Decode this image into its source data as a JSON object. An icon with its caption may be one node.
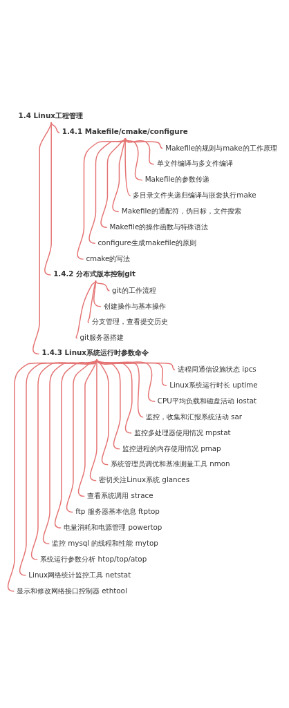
{
  "diagram": {
    "nodes": [
      {
        "text": [
          "1.4 Linux工程管理"
        ]
      },
      {
        "text": [
          "1.4.1 Makefile/cmake/configure"
        ]
      },
      {
        "text": [
          "Makefile的规则与make的工作原理"
        ]
      },
      {
        "text": [
          "单文件编译与多文件编译"
        ]
      },
      {
        "text": [
          "Makefile的参数传递"
        ]
      },
      {
        "text": [
          "多目录文件夹递归编译与嵌套执行make"
        ]
      },
      {
        "text": [
          "Makefile的通配符，伪目标，文件搜索"
        ]
      },
      {
        "text": [
          "Makefile的操作函数与特殊语法"
        ]
      },
      {
        "text": [
          "configure生成makefile的原则"
        ]
      },
      {
        "text": [
          "cmake的写法"
        ]
      },
      {
        "text": [
          "1.4.2 分布式版本控制git"
        ]
      },
      {
        "text": [
          "git的工作流程"
        ]
      },
      {
        "text": [
          "创建操作与基本操作"
        ]
      },
      {
        "text": [
          "分支管理，查看提交历史"
        ]
      },
      {
        "text": [
          "git服务器搭建"
        ]
      },
      {
        "text": [
          "1.4.3 Linux系统运行时参数命令"
        ]
      },
      {
        "text": [
          "进程间通信设施状态 ipcs"
        ]
      },
      {
        "text": [
          "Linux系统运行时长 uptime"
        ]
      },
      {
        "text": [
          "CPU平均负载和磁盘活动 iostat"
        ]
      },
      {
        "text": [
          "监控，收集和汇报系统活动 sar"
        ]
      },
      {
        "text": [
          "监控多处理器使用情况 mpstat"
        ]
      },
      {
        "text": [
          "监控进程的内存使用情况 pmap"
        ]
      },
      {
        "text": [
          "系统管理员调优和基准测量工具 nmon"
        ]
      },
      {
        "text": [
          "密切关注Linux系统 glances"
        ]
      },
      {
        "text": [
          "查看系统调用 strace"
        ]
      },
      {
        "text": [
          "ftp 服务器基本信息 ftptop"
        ]
      },
      {
        "text": [
          "电量消耗和电源管理 powertop"
        ]
      },
      {
        "text": [
          "监控 mysql 的线程和性能 mytop"
        ]
      },
      {
        "text": [
          "系统运行参数分析 htop/top/atop"
        ]
      },
      {
        "text": [
          "Linux网络统计监控工具 netstat"
        ]
      },
      {
        "text": [
          "显示和修改网络接口控制器 ethtool"
        ]
      }
    ],
    "edges": [
      {
        "from": 0,
        "to": 1,
        "arrow": "none"
      },
      {
        "from": 1,
        "to": 2,
        "arrow": "none"
      },
      {
        "from": 1,
        "to": 3,
        "arrow": "none"
      },
      {
        "from": 1,
        "to": 4,
        "arrow": "none"
      },
      {
        "from": 1,
        "to": 5,
        "arrow": "none"
      },
      {
        "from": 1,
        "to": 6,
        "arrow": "none"
      },
      {
        "from": 1,
        "to": 7,
        "arrow": "none"
      },
      {
        "from": 1,
        "to": 8,
        "arrow": "none"
      },
      {
        "from": 1,
        "to": 9,
        "arrow": "none"
      },
      {
        "from": 0,
        "to": 10,
        "arrow": "none"
      },
      {
        "from": 10,
        "to": 11,
        "arrow": "none"
      },
      {
        "from": 10,
        "to": 12,
        "arrow": "none"
      },
      {
        "from": 10,
        "to": 13,
        "arrow": "none"
      },
      {
        "from": 10,
        "to": 14,
        "arrow": "none"
      },
      {
        "from": 0,
        "to": 15,
        "arrow": "none"
      },
      {
        "from": 15,
        "to": 16,
        "arrow": "none"
      },
      {
        "from": 15,
        "to": 17,
        "arrow": "none"
      },
      {
        "from": 15,
        "to": 18,
        "arrow": "none"
      },
      {
        "from": 15,
        "to": 19,
        "arrow": "none"
      },
      {
        "from": 15,
        "to": 20,
        "arrow": "none"
      },
      {
        "from": 15,
        "to": 21,
        "arrow": "none"
      },
      {
        "from": 15,
        "to": 22,
        "arrow": "none"
      },
      {
        "from": 15,
        "to": 23,
        "arrow": "none"
      },
      {
        "from": 15,
        "to": 24,
        "arrow": "none"
      },
      {
        "from": 15,
        "to": 25,
        "arrow": "none"
      },
      {
        "from": 15,
        "to": 26,
        "arrow": "none"
      },
      {
        "from": 15,
        "to": 27,
        "arrow": "none"
      },
      {
        "from": 15,
        "to": 28,
        "arrow": "none"
      },
      {
        "from": 15,
        "to": 29,
        "arrow": "none"
      },
      {
        "from": 15,
        "to": 30,
        "arrow": "none"
      }
    ]
  }
}
